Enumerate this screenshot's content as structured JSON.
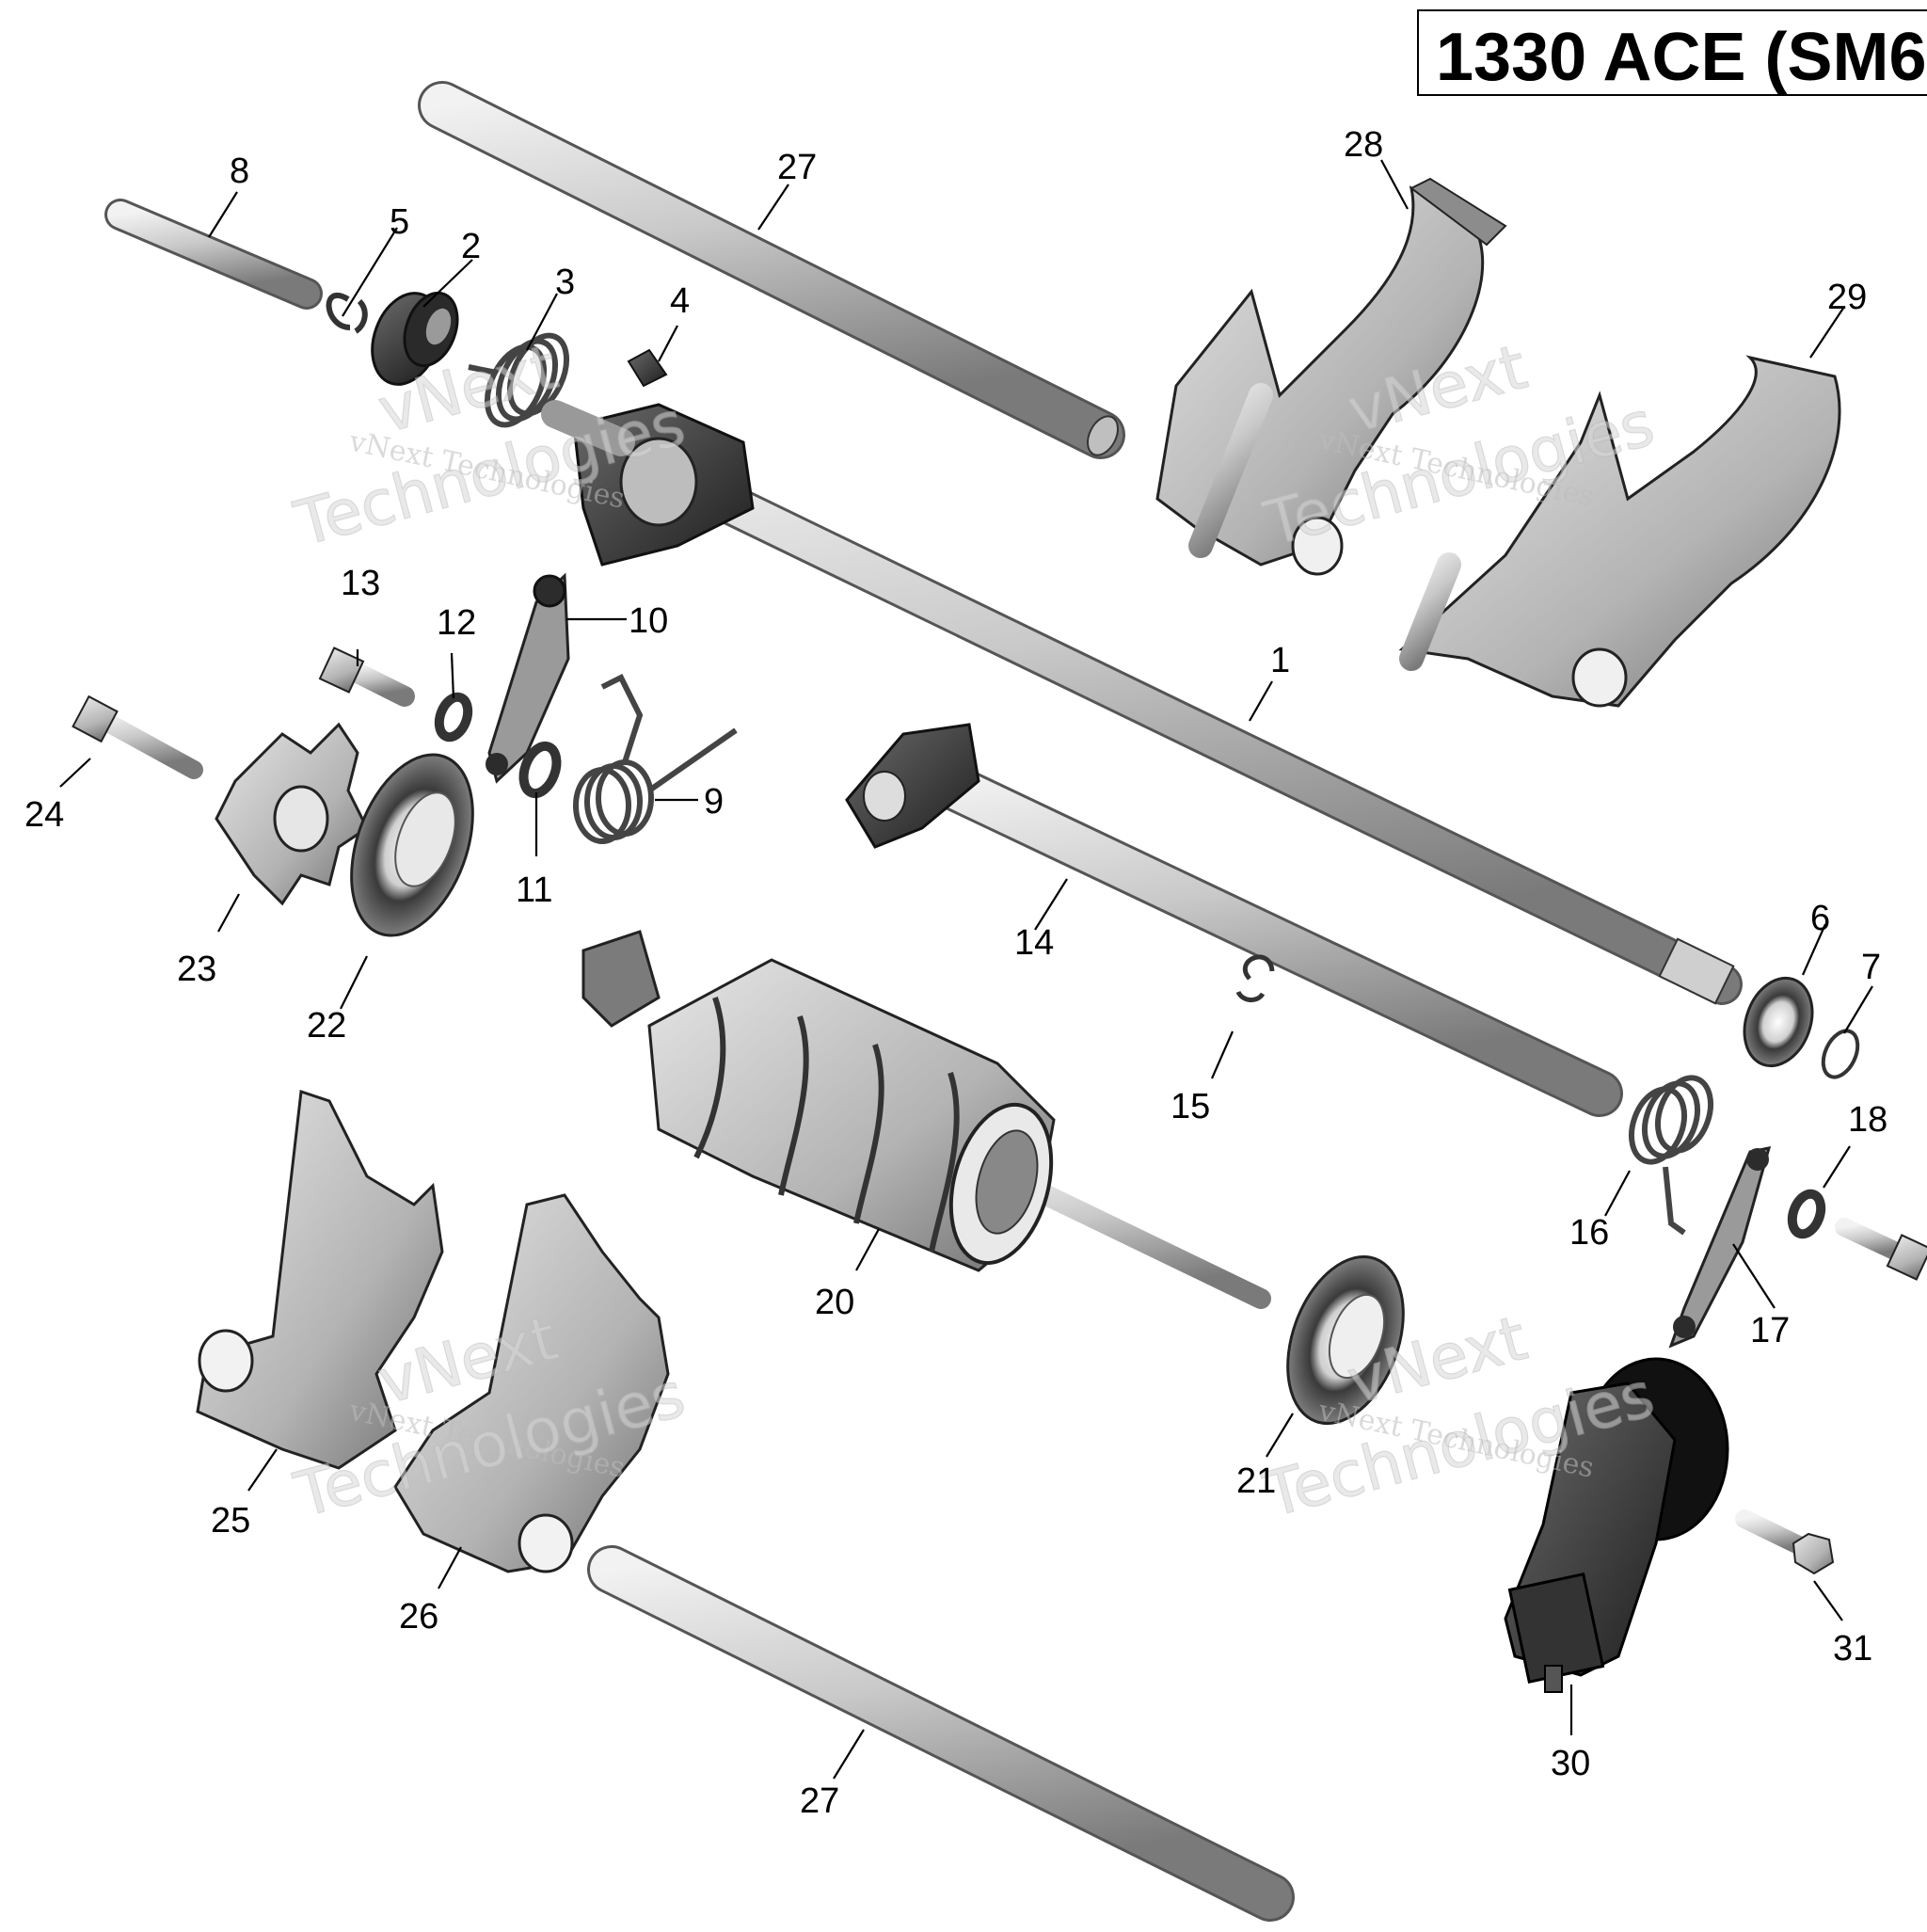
{
  "header": {
    "title": "1330 ACE (SM6"
  },
  "watermark": {
    "line_small": "vNext Technologies",
    "line_big_1": "vNext",
    "line_big_2": "Technologies"
  },
  "callouts": {
    "c1": "1",
    "c2": "2",
    "c3": "3",
    "c4": "4",
    "c5": "5",
    "c6": "6",
    "c7": "7",
    "c8": "8",
    "c9": "9",
    "c10": "10",
    "c11": "11",
    "c12": "12",
    "c13": "13",
    "c14": "14",
    "c15": "15",
    "c16": "16",
    "c17": "17",
    "c18": "18",
    "c20": "20",
    "c21": "21",
    "c22": "22",
    "c23": "23",
    "c24": "24",
    "c25": "25",
    "c26": "26",
    "c27a": "27",
    "c27b": "27",
    "c28": "28",
    "c29": "29",
    "c30": "30",
    "c31": "31"
  },
  "colors": {
    "metal_light": "#e4e4e4",
    "metal_mid": "#a9a9a9",
    "metal_dark": "#4a4a4a",
    "ink": "#000000"
  }
}
